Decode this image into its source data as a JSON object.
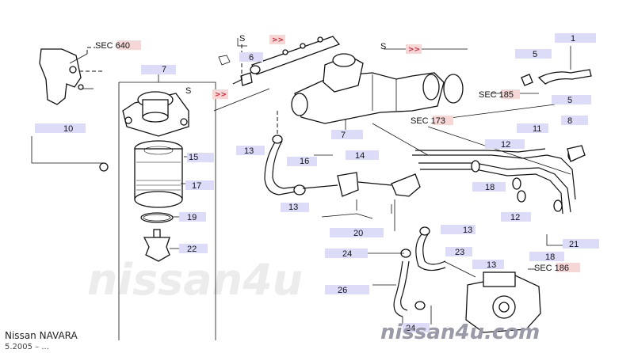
{
  "diagram": {
    "callouts": [
      "1",
      "5",
      "5",
      "6",
      "7",
      "7",
      "8",
      "10",
      "11",
      "12",
      "12",
      "13",
      "13",
      "13",
      "13",
      "14",
      "15",
      "16",
      "17",
      "18",
      "18",
      "19",
      "20",
      "21",
      "22",
      "23",
      "24",
      "24",
      "26"
    ],
    "section_refs": [
      "SEC 640",
      "SEC 185",
      "SEC 173",
      "SEC 186"
    ],
    "markers": {
      "s_label": "S",
      "arrow_label": ">>"
    },
    "watermark": "nissan4u.com",
    "watermark_large": "nissan4u",
    "footer": {
      "model": "Nissan  NAVARA",
      "date": "5.2005  – ..."
    },
    "colors": {
      "callout_fill": "#dcdcf8",
      "arrow_fill": "#f7d6d6",
      "line": "#111111"
    }
  }
}
